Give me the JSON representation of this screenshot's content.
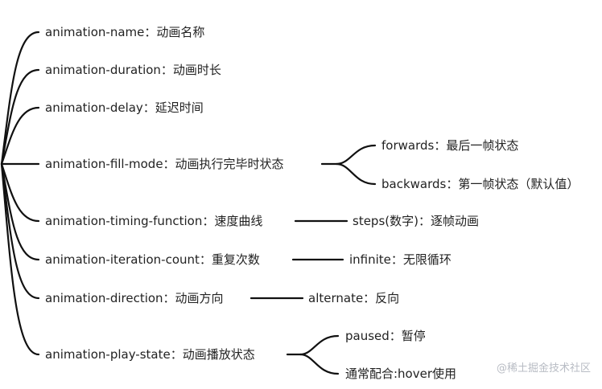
{
  "nodes": {
    "n1": "animation-name：动画名称",
    "n2": "animation-duration：动画时长",
    "n3": "animation-delay：延迟时间",
    "n4": "animation-fill-mode：动画执行完毕时状态",
    "n4a": "forwards：最后一帧状态",
    "n4b": "backwards：第一帧状态（默认值）",
    "n5": "animation-timing-function：速度曲线",
    "n5a": "steps(数字)：逐帧动画",
    "n6": "animation-iteration-count：重复次数",
    "n6a": "infinite：无限循环",
    "n7": "animation-direction：动画方向",
    "n7a": "alternate：反向",
    "n8": "animation-play-state：动画播放状态",
    "n8a": "paused：暂停",
    "n8b": "通常配合:hover使用"
  },
  "watermark": "@稀土掘金技术社区",
  "colors": {
    "line": "#111111",
    "text": "#222222",
    "watermark": "#b8bcc4"
  }
}
